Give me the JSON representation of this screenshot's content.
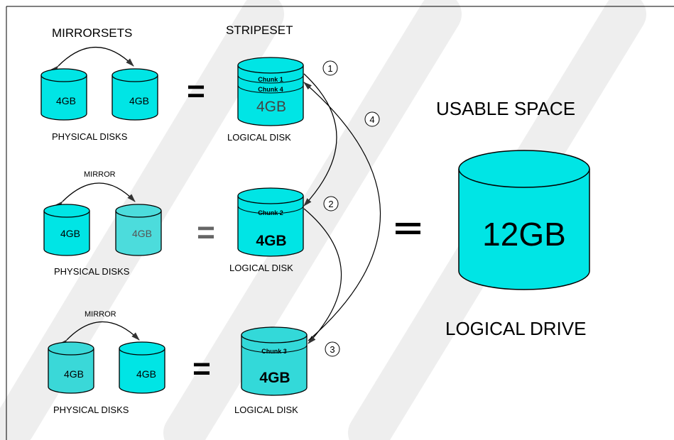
{
  "headers": {
    "mirrorsets": "MIRRORSETS",
    "stripeset": "STRIPESET",
    "usable_space": "USABLE SPACE",
    "logical_drive": "LOGICAL DRIVE"
  },
  "rows": [
    {
      "mirror_label": "",
      "left_disk": "4GB",
      "right_disk": "4GB",
      "physical_label": "PHYSICAL DISKS",
      "logical_label": "LOGICAL DISK",
      "logical_size": "4GB",
      "chunks": [
        "Chunk 1",
        "Chunk 4"
      ]
    },
    {
      "mirror_label": "MIRROR",
      "left_disk": "4GB",
      "right_disk": "4GB",
      "physical_label": "PHYSICAL DISKS",
      "logical_label": "LOGICAL DISK",
      "logical_size": "4GB",
      "chunks": [
        "Chunk 2"
      ]
    },
    {
      "mirror_label": "MIRROR",
      "left_disk": "4GB",
      "right_disk": "4GB",
      "physical_label": "PHYSICAL DISKS",
      "logical_label": "LOGICAL DISK",
      "logical_size": "4GB",
      "chunks": [
        "Chunk 3"
      ]
    }
  ],
  "equals_sign": "=",
  "steps": [
    "①",
    "②",
    "③",
    "④"
  ],
  "usable": {
    "size": "12GB"
  },
  "colors": {
    "disk_fill": "#00e5e5",
    "disk_stroke": "#000000",
    "watermark": "#ececec"
  }
}
